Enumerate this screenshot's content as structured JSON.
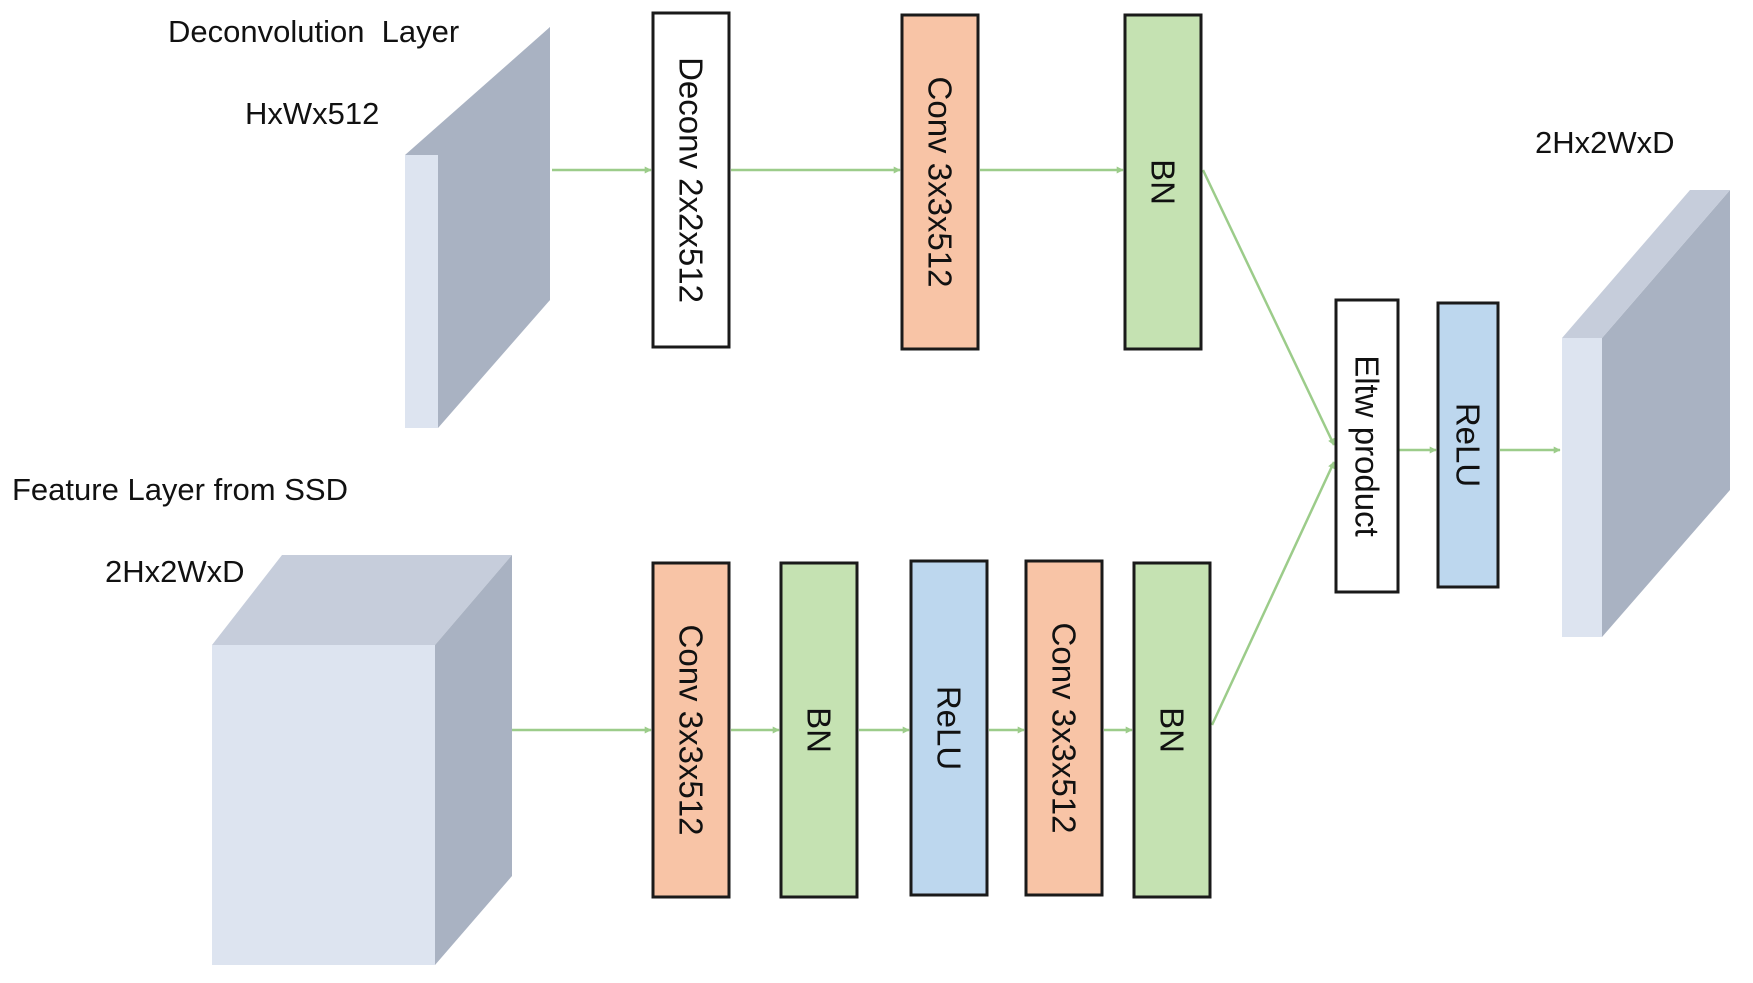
{
  "labels": {
    "deconv_layer": "Deconvolution  Layer",
    "deconv_dims": "HxWx512",
    "feature_layer": "Feature Layer from SSD",
    "feature_dims": "2Hx2WxD",
    "output_dims": "2Hx2WxD"
  },
  "top_branch": [
    {
      "name": "deconv",
      "label": "Deconv 2x2x512",
      "kind": "deconv"
    },
    {
      "name": "conv",
      "label": "Conv 3x3x512",
      "kind": "conv"
    },
    {
      "name": "bn",
      "label": "BN",
      "kind": "bn"
    }
  ],
  "bottom_branch": [
    {
      "name": "conv-1",
      "label": "Conv 3x3x512",
      "kind": "conv"
    },
    {
      "name": "bn-1",
      "label": "BN",
      "kind": "bn"
    },
    {
      "name": "relu",
      "label": "ReLU",
      "kind": "relu"
    },
    {
      "name": "conv-2",
      "label": "Conv 3x3x512",
      "kind": "conv"
    },
    {
      "name": "bn-2",
      "label": "BN",
      "kind": "bn"
    }
  ],
  "merge": [
    {
      "name": "eltw-product",
      "label": "Eltw product",
      "kind": "eltw"
    },
    {
      "name": "relu-out",
      "label": "ReLU",
      "kind": "relu"
    }
  ],
  "colors": {
    "conv": "#f8c4a6",
    "bn": "#c5e2b2",
    "relu": "#bdd7ee",
    "deconv": "#ffffff",
    "eltw": "#ffffff",
    "arrow": "#9ccc8a",
    "layer_front": "#dde4f0",
    "layer_side": "#a9b2c2",
    "layer_top": "#c6cddb"
  }
}
